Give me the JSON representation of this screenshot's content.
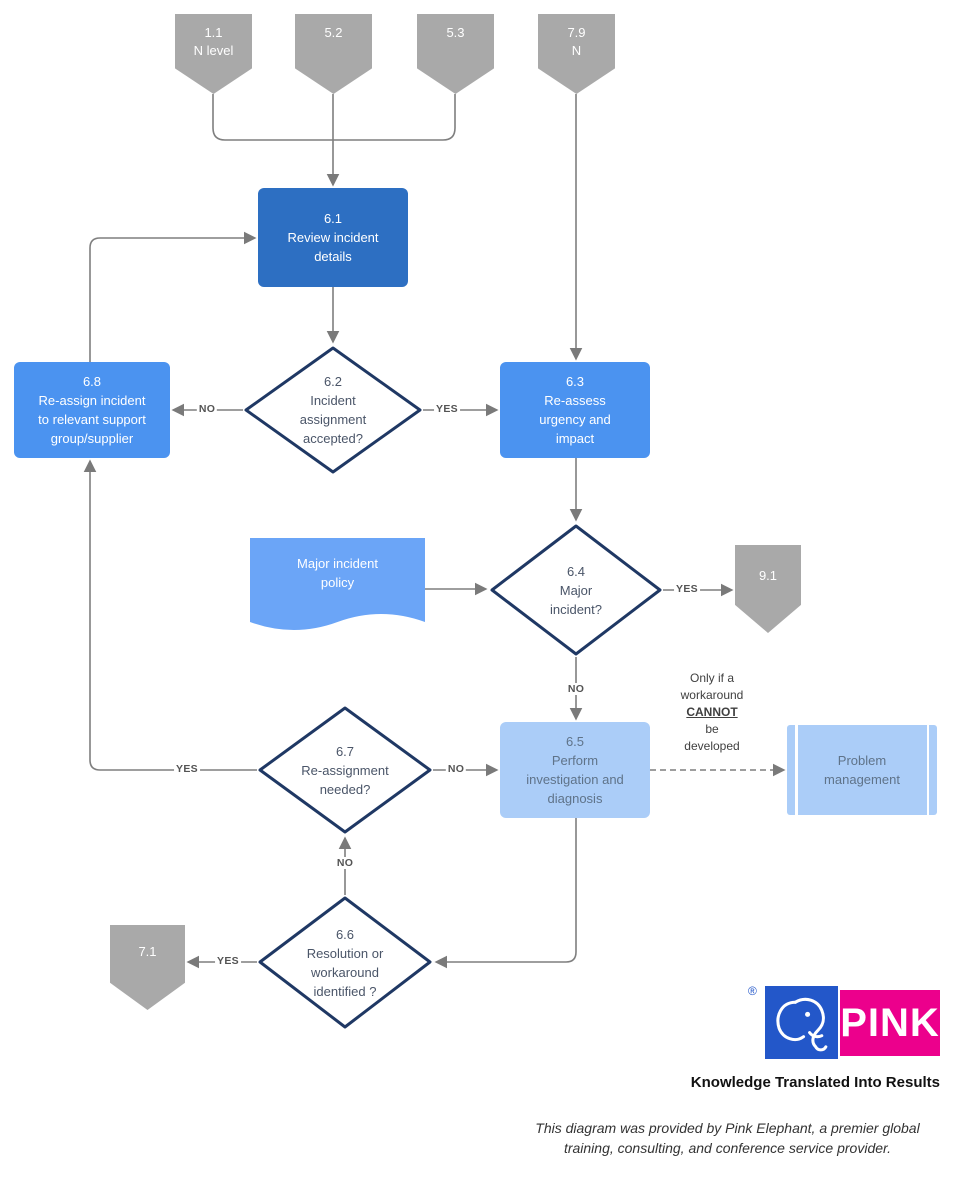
{
  "top_connectors": [
    {
      "id": "1.1",
      "label": "N level"
    },
    {
      "id": "5.2",
      "label": ""
    },
    {
      "id": "5.3",
      "label": ""
    },
    {
      "id": "7.9",
      "label": "N"
    }
  ],
  "nodes": {
    "review": {
      "id": "6.1",
      "label": "Review incident\ndetails"
    },
    "accepted": {
      "id": "6.2",
      "label": "Incident\nassignment\naccepted?"
    },
    "reassess": {
      "id": "6.3",
      "label": "Re-assess\nurgency and\nimpact"
    },
    "reassign": {
      "id": "6.8",
      "label": "Re-assign incident\nto relevant support\ngroup/supplier"
    },
    "policy": {
      "label": "Major incident\npolicy"
    },
    "major": {
      "id": "6.4",
      "label": "Major\nincident?"
    },
    "investigate": {
      "id": "6.5",
      "label": "Perform\ninvestigation and\ndiagnosis"
    },
    "reassignment": {
      "id": "6.7",
      "label": "Re-assignment\nneeded?"
    },
    "resolution": {
      "id": "6.6",
      "label": "Resolution or\nworkaround\nidentified ?"
    },
    "problem": {
      "label": "Problem\nmanagement"
    }
  },
  "exit_connectors": [
    {
      "id": "9.1"
    },
    {
      "id": "7.1"
    }
  ],
  "edge_labels": {
    "accepted_yes": "YES",
    "accepted_no": "NO",
    "major_yes": "YES",
    "major_no": "NO",
    "reassignment_no": "NO",
    "reassignment_yes": "YES",
    "resolution_no": "NO",
    "resolution_yes": "YES"
  },
  "note": {
    "part1": "Only if a\nworkaround",
    "bold": "CANNOT",
    "part2": "be\ndeveloped"
  },
  "branding": {
    "registered": "®",
    "logo_text": "PINK",
    "tagline": "Knowledge Translated Into Results",
    "disclaimer": "This diagram was provided by Pink Elephant, a premier global\ntraining, consulting, and conference service provider."
  },
  "colors": {
    "box_dark_blue": "#2d6fc2",
    "box_medium_blue": "#4b93f0",
    "box_light_blue": "#abcdf8",
    "document_blue": "#6ba5f7",
    "diamond_border": "#1f3864",
    "connector_gray": "#a9a9a9",
    "line_gray": "#7f7f7f",
    "brand_blue": "#2357c9",
    "brand_magenta": "#ec008c"
  }
}
